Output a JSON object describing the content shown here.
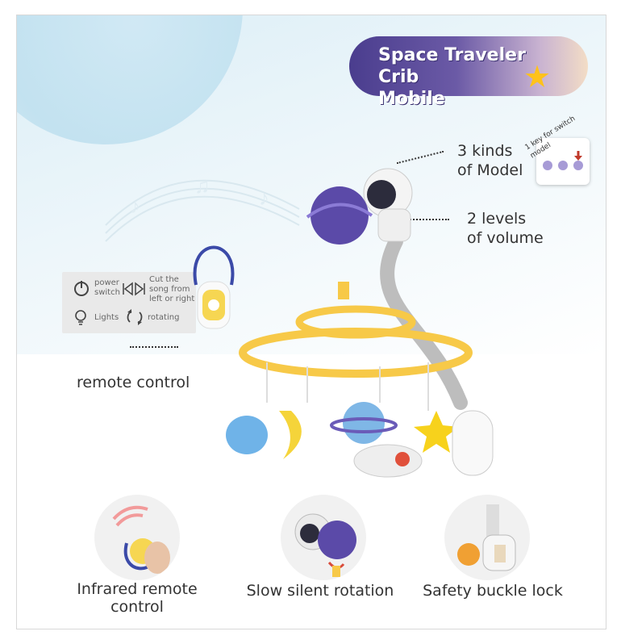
{
  "title": {
    "line1": "Space Traveler Crib",
    "line2": "Mobile"
  },
  "callouts": {
    "model": {
      "line1": "3 kinds",
      "line2": "of Model"
    },
    "volume": {
      "line1": "2 levels",
      "line2": "of volume"
    },
    "switch_note": "1 key for switch model",
    "remote": "remote control"
  },
  "remote_legend": {
    "power": {
      "line1": "power",
      "line2": "switch"
    },
    "cut": {
      "line1": "Cut the",
      "line2": "song from",
      "line3": "left or right"
    },
    "lights": "Lights",
    "rotating": "rotating"
  },
  "features": [
    {
      "line1": "Infrared remote",
      "line2": "control"
    },
    {
      "line1": "Slow silent rotation",
      "line2": ""
    },
    {
      "line1": "Safety buckle lock",
      "line2": ""
    }
  ],
  "colors": {
    "accent_purple": "#4a3d8e",
    "star_yellow": "#ffc21a",
    "ring_yellow": "#f7c948"
  }
}
